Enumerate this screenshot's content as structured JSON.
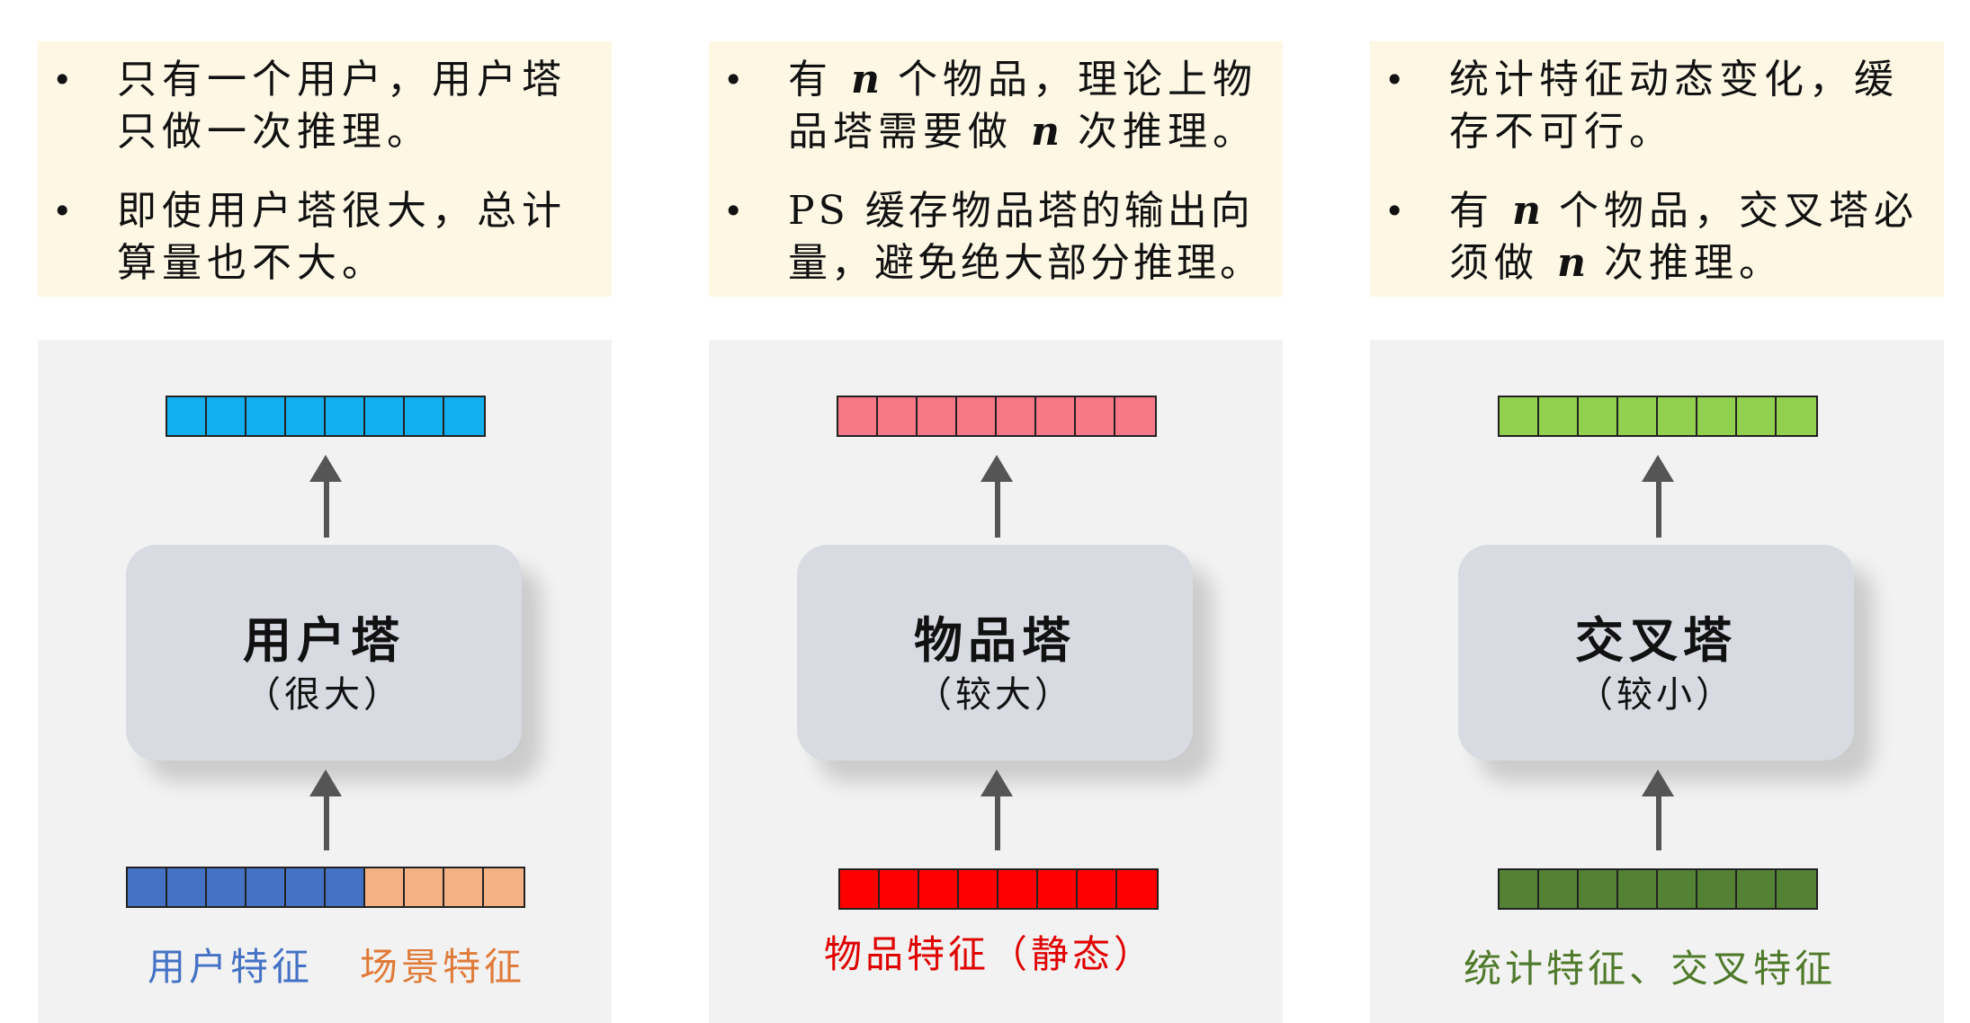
{
  "columns": [
    {
      "bullets": [
        "只有一个用户，用户塔\n只做一次推理。",
        "即使用户塔很大，总计\n算量也不大。"
      ],
      "tower_name": "用户塔",
      "tower_size": "（很大）",
      "feature_labels": [
        "用户特征",
        "场景特征"
      ]
    },
    {
      "bullets_parts": [
        [
          "有 ",
          "n",
          " 个物品，理论上物\n品塔需要做 ",
          "n",
          " 次推理。"
        ],
        [
          "PS 缓存物品塔的输出向\n量，避免绝大部分推理。"
        ]
      ],
      "tower_name": "物品塔",
      "tower_size": "（较大）",
      "feature_labels": [
        "物品特征（静态）"
      ]
    },
    {
      "bullets_parts": [
        [
          "统计特征动态变化，缓\n存不可行。"
        ],
        [
          "有 ",
          "n",
          " 个物品，交叉塔必\n须做 ",
          "n",
          " 次推理。"
        ]
      ],
      "tower_name": "交叉塔",
      "tower_size": "（较小）",
      "feature_labels": [
        "统计特征、交叉特征"
      ]
    }
  ],
  "colors": {
    "note_bg": "#fdf7e4",
    "panel_bg": "#f2f2f2",
    "tower_bg": "#d8dbe2",
    "user_output": "#12b0ee",
    "item_output": "#f77886",
    "cross_output": "#92d050",
    "user_feature": "#4472c4",
    "scene_feature": "#f4b183",
    "item_feature": "#ff0000",
    "cross_feature": "#548235",
    "user_label": "#4472c4",
    "scene_label": "#e07b39",
    "item_label": "#e00000",
    "cross_label": "#4e7a2a"
  }
}
